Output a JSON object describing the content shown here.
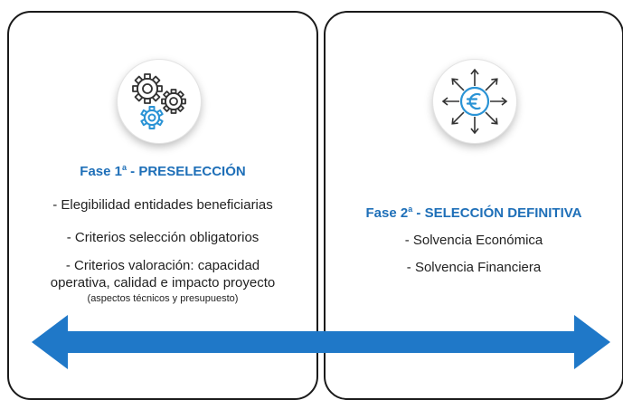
{
  "phase1": {
    "title_prefix": "Fase 1",
    "title_sup": "a",
    "title_suffix": " - PRESELECCIÓN",
    "items": [
      "- Elegibilidad entidades beneficiarias",
      "- Criterios selección obligatorios",
      "- Criterios valoración: capacidad",
      "operativa, calidad e impacto proyecto"
    ],
    "note": "(aspectos técnicos y presupuesto)",
    "icon": "gears-icon"
  },
  "phase2": {
    "title_prefix": "Fase 2",
    "title_sup": "a",
    "title_suffix": " - SELECCIÓN DEFINITIVA",
    "items": [
      "- Solvencia Económica",
      "- Solvencia Financiera"
    ],
    "icon": "euro-arrows-icon"
  },
  "colors": {
    "accent": "#1e6fb8",
    "gear_blue": "#2a93d5",
    "arrow_blue": "#1f78c8",
    "border": "#1a1a1a"
  }
}
